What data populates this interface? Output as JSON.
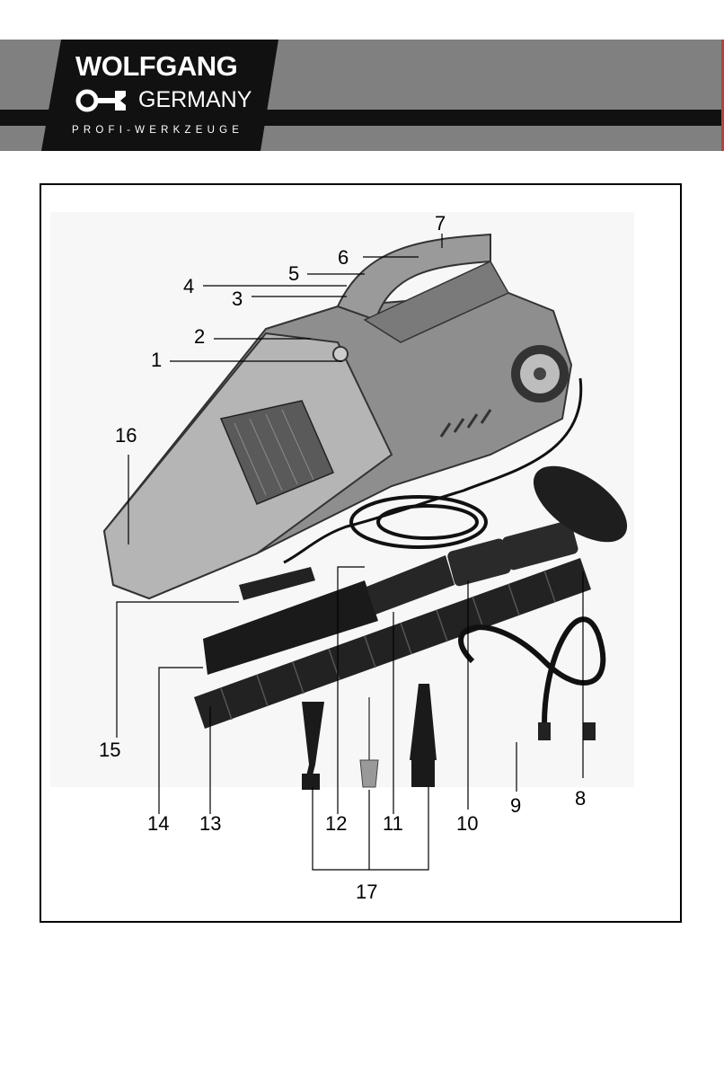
{
  "header": {
    "brand_name": "WOLFGANG",
    "brand_sub": "GERMANY",
    "tagline": "PROFI-WERKZEUGE",
    "colors": {
      "band": "#808080",
      "band_dark": "#111111",
      "logo_bg": "#111111",
      "accent_edge": "#b8423d"
    }
  },
  "figure": {
    "labels": [
      "1",
      "2",
      "3",
      "4",
      "5",
      "6",
      "7",
      "8",
      "9",
      "10",
      "11",
      "12",
      "13",
      "14",
      "15",
      "16",
      "17"
    ]
  }
}
